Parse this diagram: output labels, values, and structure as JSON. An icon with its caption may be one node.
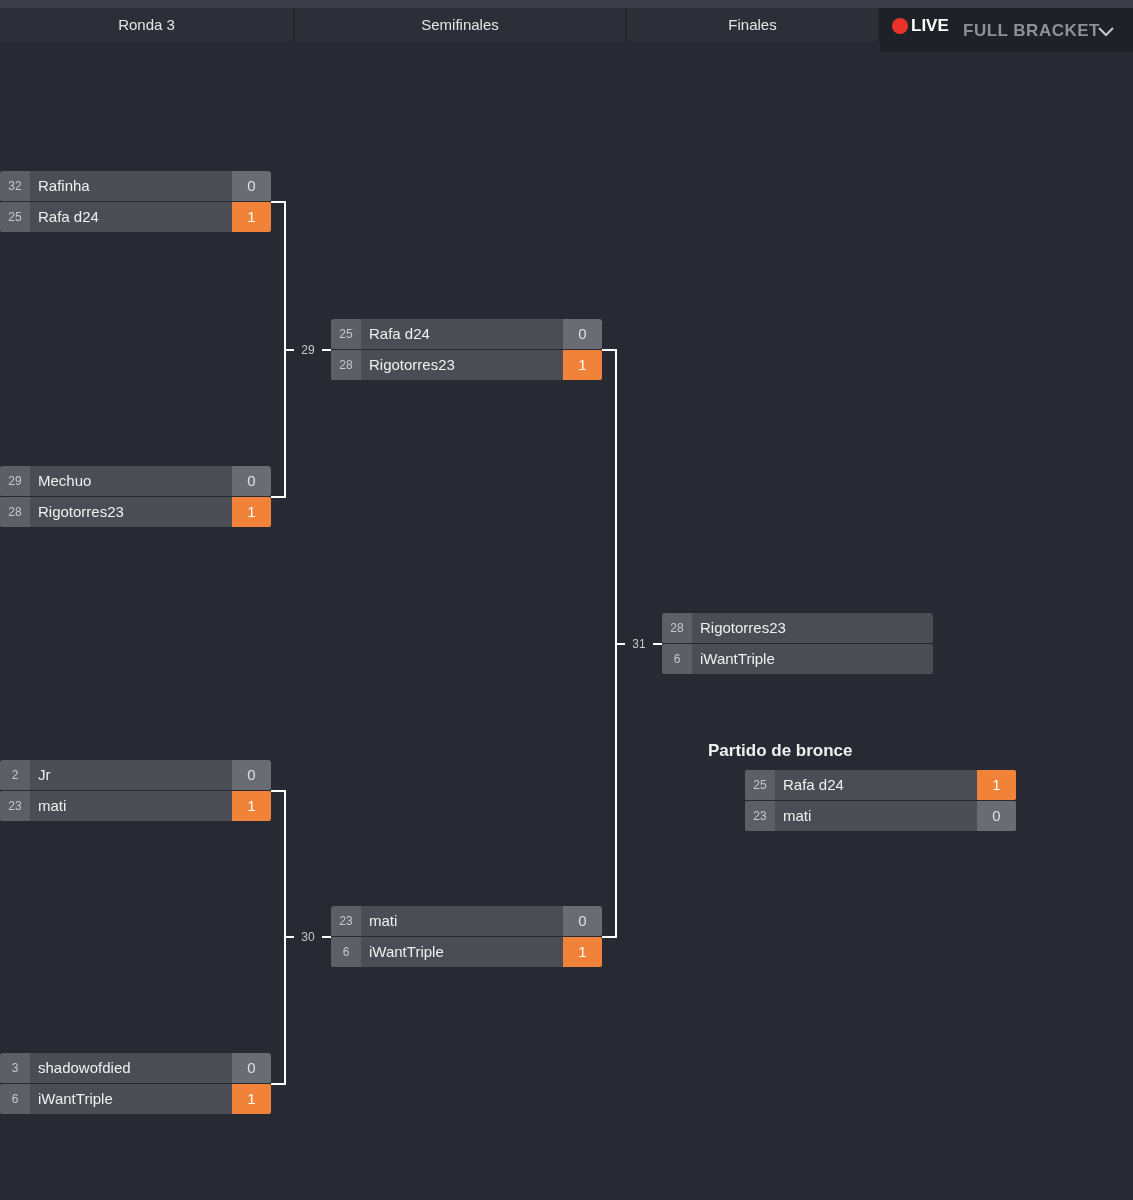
{
  "diagram": {
    "nodes": [
      {
        "text": [],
        "shape": "box"
      },
      {
        "text": [
          "32",
          "Rafinha",
          "0"
        ],
        "in": 0
      },
      {
        "text": [
          "25",
          "Rafa d24",
          "1"
        ],
        "in": 0
      },
      {
        "text": [],
        "shape": "box"
      },
      {
        "text": [
          "29",
          "Mechuo",
          "0"
        ],
        "in": 3
      },
      {
        "text": [
          "28",
          "Rigotorres23",
          "1"
        ],
        "in": 3
      },
      {
        "text": [],
        "shape": "box"
      },
      {
        "text": [
          "2",
          "Jr",
          "0"
        ],
        "in": 6
      },
      {
        "text": [
          "23",
          "mati",
          "1"
        ],
        "in": 6
      },
      {
        "text": [],
        "shape": "box"
      },
      {
        "text": [
          "3",
          "shadowofdied",
          "0"
        ],
        "in": 9
      },
      {
        "text": [
          "6",
          "iWantTriple",
          "1"
        ],
        "in": 9
      },
      {
        "text": [],
        "shape": "box"
      },
      {
        "text": [
          "25",
          "Rafa d24",
          "0"
        ],
        "in": 12
      },
      {
        "text": [
          "28",
          "Rigotorres23",
          "1"
        ],
        "in": 12
      },
      {
        "text": [],
        "shape": "box"
      },
      {
        "text": [
          "23",
          "mati",
          "0"
        ],
        "in": 15
      },
      {
        "text": [
          "6",
          "iWantTriple",
          "1"
        ],
        "in": 15
      },
      {
        "text": [],
        "shape": "box"
      },
      {
        "text": [
          "28",
          "Rigotorres23"
        ],
        "in": 18
      },
      {
        "text": [
          "6",
          "iWantTriple"
        ],
        "in": 18
      },
      {
        "text": [
          "Partido de bronce"
        ]
      },
      {
        "text": [
          "25",
          "Rafa d24",
          "1"
        ],
        "in": 21
      },
      {
        "text": [
          "23",
          "mati",
          "0"
        ],
        "in": 21
      }
    ],
    "edges": [
      {
        "from": 0,
        "to": 12,
        "arrow": "none",
        "label": "29"
      },
      {
        "from": 3,
        "to": 12,
        "arrow": "none"
      },
      {
        "from": 6,
        "to": 15,
        "arrow": "none",
        "label": "30"
      },
      {
        "from": 9,
        "to": 15,
        "arrow": "none"
      },
      {
        "from": 12,
        "to": 18,
        "arrow": "none",
        "label": "31"
      },
      {
        "from": 15,
        "to": 18,
        "arrow": "none"
      }
    ],
    "labels": [
      "Ronda 3",
      "Semifinales",
      "Finales",
      "LIVE",
      "FULL BRACKET"
    ]
  }
}
